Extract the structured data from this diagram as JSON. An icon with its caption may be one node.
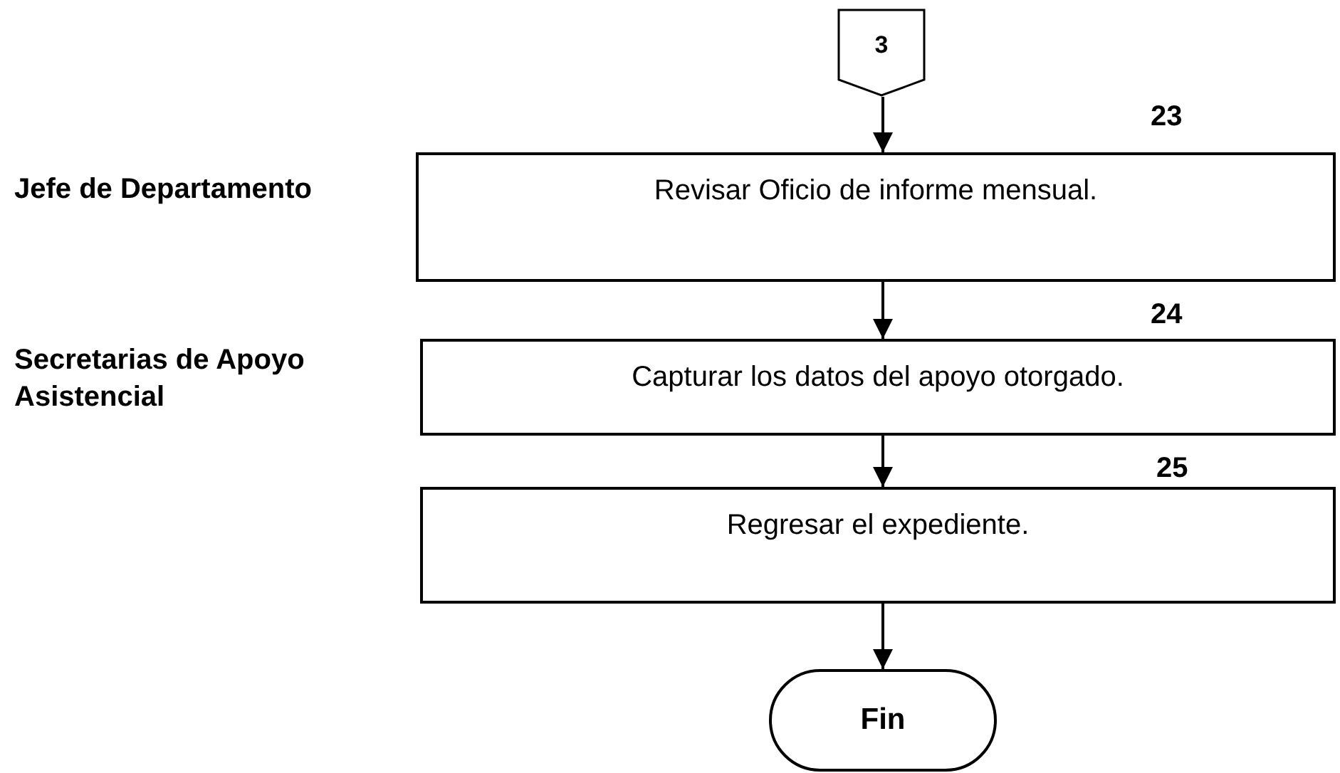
{
  "diagram": {
    "nodes": [
      {
        "text": [
          "3"
        ]
      },
      {
        "text": [
          "Revisar Oficio de informe mensual."
        ],
        "beside": [
          "23"
        ]
      },
      {
        "text": [
          "Capturar los datos del apoyo otorgado."
        ],
        "beside": [
          "24"
        ]
      },
      {
        "text": [
          "Regresar el expediente."
        ],
        "beside": [
          "25"
        ]
      },
      {
        "text": [
          "Fin"
        ]
      }
    ],
    "edges": [
      {
        "from": 0,
        "to": 1,
        "arrow": "to"
      },
      {
        "from": 1,
        "to": 2,
        "arrow": "to"
      },
      {
        "from": 2,
        "to": 3,
        "arrow": "to"
      },
      {
        "from": 3,
        "to": 4,
        "arrow": "to"
      }
    ],
    "labels": [
      "Jefe de Departamento",
      "Secretarias de Apoyo Asistencial"
    ]
  }
}
